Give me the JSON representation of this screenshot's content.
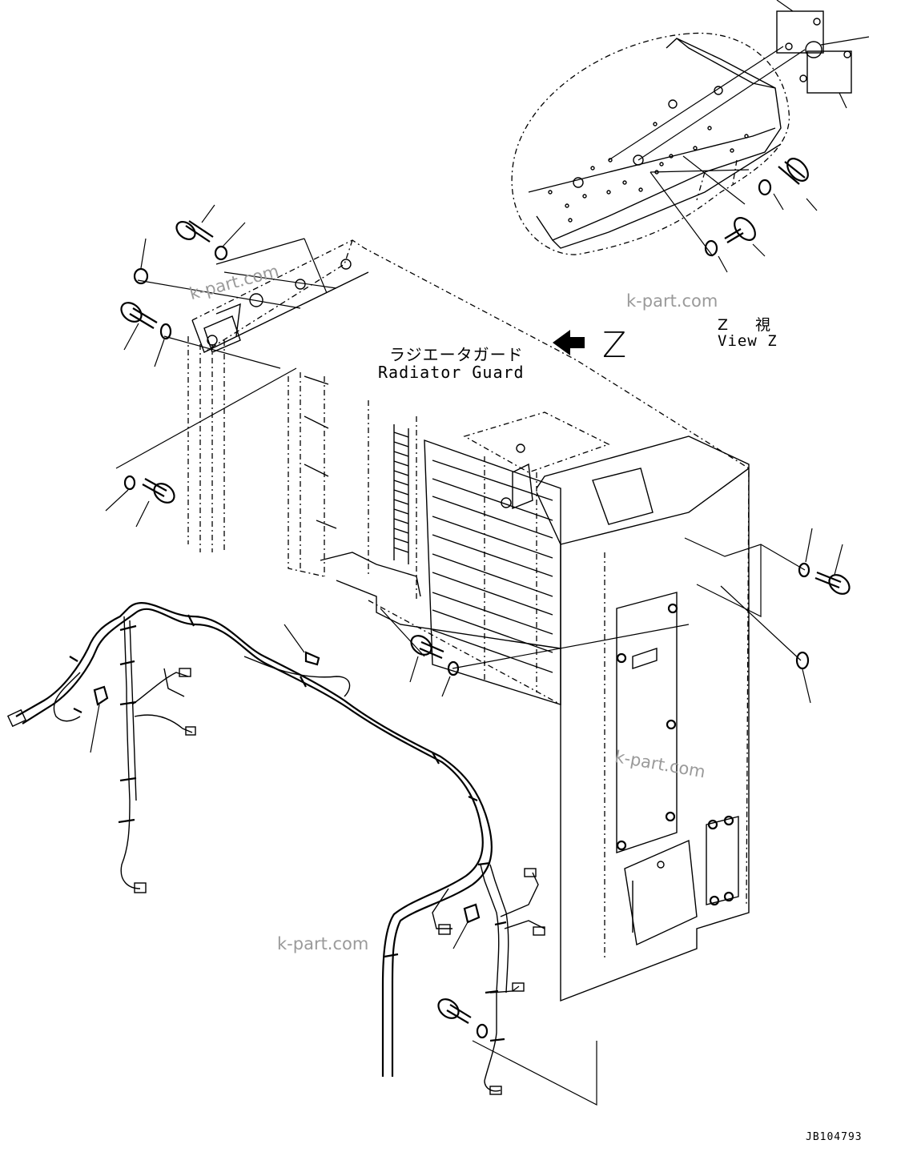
{
  "labels": {
    "radiator_guard_jp": "ラジエータガード",
    "radiator_guard_en": "Radiator Guard",
    "view_z_jp": "Z 視",
    "view_z_en": "View Z",
    "arrow_z": "Z"
  },
  "watermarks": [
    "k-part.com",
    "k-part.com",
    "k-part.com",
    "k-part.com"
  ],
  "document_id": "JB104793",
  "colors": {
    "line": "#000000",
    "watermark": "#9a9a9a",
    "background": "#ffffff"
  },
  "icons": {
    "view_arrow": "left-arrow-icon"
  }
}
